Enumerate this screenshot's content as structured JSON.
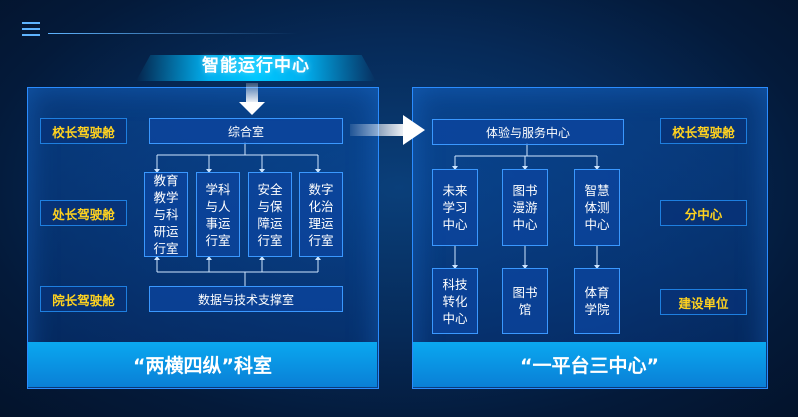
{
  "colors": {
    "accent": "#2a8cff",
    "role_text": "#ffd21f",
    "footer": "#0aa8f0"
  },
  "header": {
    "center_title": "智能运行中心"
  },
  "left_panel": {
    "roles": [
      "校长驾驶舱",
      "处长驾驶舱",
      "院长驾驶舱"
    ],
    "top_box": "综合室",
    "offices": [
      "教育\n教学\n与科\n研运\n行室",
      "学科\n与人\n事运\n行室",
      "安全\n与保\n障运\n行室",
      "数字\n化治\n理运\n行室"
    ],
    "bottom_box": "数据与技术支撑室",
    "footer": "“两横四纵”科室"
  },
  "right_panel": {
    "top_box": "体验与服务中心",
    "centers_row1": [
      "未来\n学习\n中心",
      "图书\n漫游\n中心",
      "智慧\n体测\n中心"
    ],
    "centers_row2": [
      "科技\n转化\n中心",
      "图书\n馆",
      "体育\n学院"
    ],
    "roles": [
      "校长驾驶舱",
      "分中心",
      "建设单位"
    ],
    "footer": "“一平台三中心”"
  }
}
